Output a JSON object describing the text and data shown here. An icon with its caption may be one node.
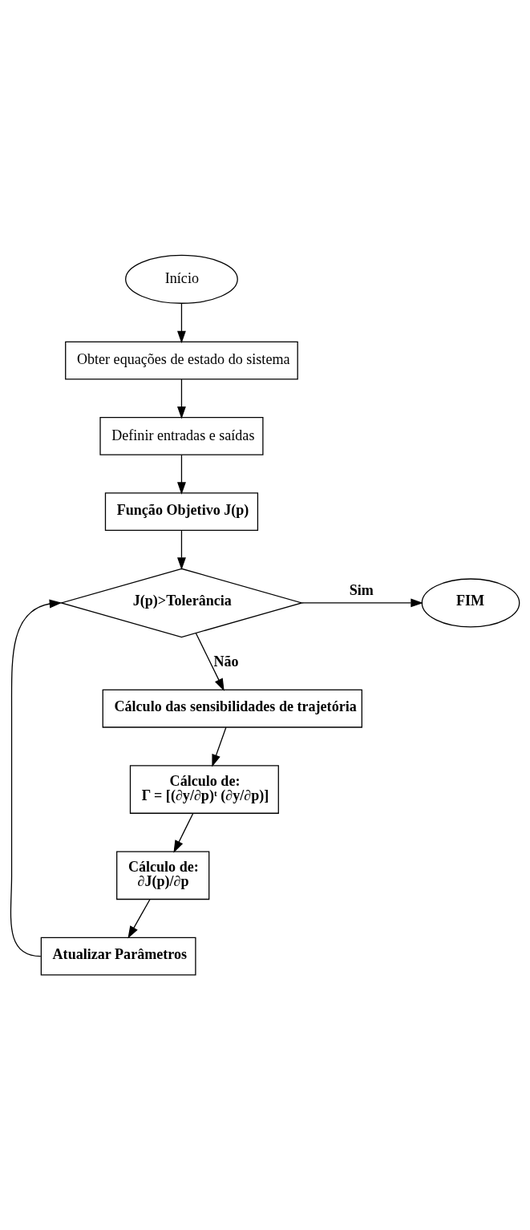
{
  "diagram": {
    "nodes": [
      {
        "text": [
          "Início"
        ]
      },
      {
        "text": [
          "Obter equações de estado do sistema"
        ]
      },
      {
        "text": [
          "Definir entradas e saídas"
        ]
      },
      {
        "text": [
          "Função Objetivo J(p)"
        ]
      },
      {
        "text": [
          "J(p)>Tolerância"
        ]
      },
      {
        "text": [
          "FIM"
        ]
      },
      {
        "text": [
          "Cálculo das sensibilidades de trajetória"
        ]
      },
      {
        "text": [
          "Cálculo de:",
          "Γ = [(∂y/∂p)ᵗ (∂y/∂p)]"
        ]
      },
      {
        "text": [
          "Cálculo de:",
          "∂J(p)/∂p"
        ]
      },
      {
        "text": [
          "Atualizar Parâmetros"
        ]
      }
    ],
    "edges": [
      {
        "from": 0,
        "to": 1,
        "arrow": "to"
      },
      {
        "from": 1,
        "to": 2,
        "arrow": "to"
      },
      {
        "from": 2,
        "to": 3,
        "arrow": "to"
      },
      {
        "from": 3,
        "to": 4,
        "arrow": "to"
      },
      {
        "from": 4,
        "to": 5,
        "arrow": "to",
        "label": "Sim"
      },
      {
        "from": 4,
        "to": 6,
        "arrow": "to",
        "label": "Não"
      },
      {
        "from": 6,
        "to": 7,
        "arrow": "to"
      },
      {
        "from": 7,
        "to": 8,
        "arrow": "to"
      },
      {
        "from": 8,
        "to": 9,
        "arrow": "to"
      },
      {
        "from": 9,
        "to": 4,
        "arrow": "to"
      }
    ]
  }
}
